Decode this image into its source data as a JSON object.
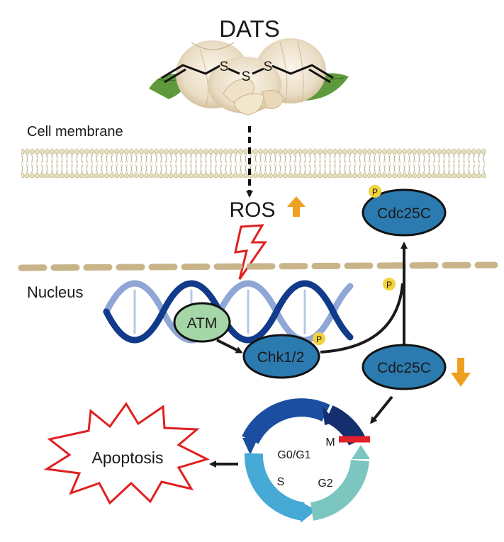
{
  "compound": {
    "name": "DATS",
    "atoms": [
      "S",
      "S",
      "S"
    ]
  },
  "membrane": {
    "label": "Cell membrane"
  },
  "ros": {
    "label": "ROS",
    "trend": "up"
  },
  "nucleus": {
    "label": "Nucleus"
  },
  "proteins": {
    "atm": "ATM",
    "chk": "Chk1/2",
    "cdc25c_active": "Cdc25C",
    "cdc25c_phospho": "Cdc25C"
  },
  "phospho_marker": "P",
  "cdc25c_trend": "down",
  "cell_cycle": {
    "phases": [
      "G0/G1",
      "M",
      "S",
      "G2"
    ],
    "colors": {
      "g1": "#1b4ea0",
      "m": "#142f6e",
      "s": "#46a9d6",
      "g2": "#7cc6c0"
    }
  },
  "outcome": {
    "label": "Apoptosis"
  },
  "colors": {
    "protein_fill": "#2c7bb0",
    "atm_fill": "#a5d6a7",
    "phospho_fill": "#f2d13a",
    "trend_arrow": "#f0a020",
    "lightning": "#e02020",
    "block_bar": "#e0202a",
    "nuclear_membrane": "#c9b48a",
    "dna_dark": "#123a8a",
    "dna_light": "#8fa6d6"
  }
}
